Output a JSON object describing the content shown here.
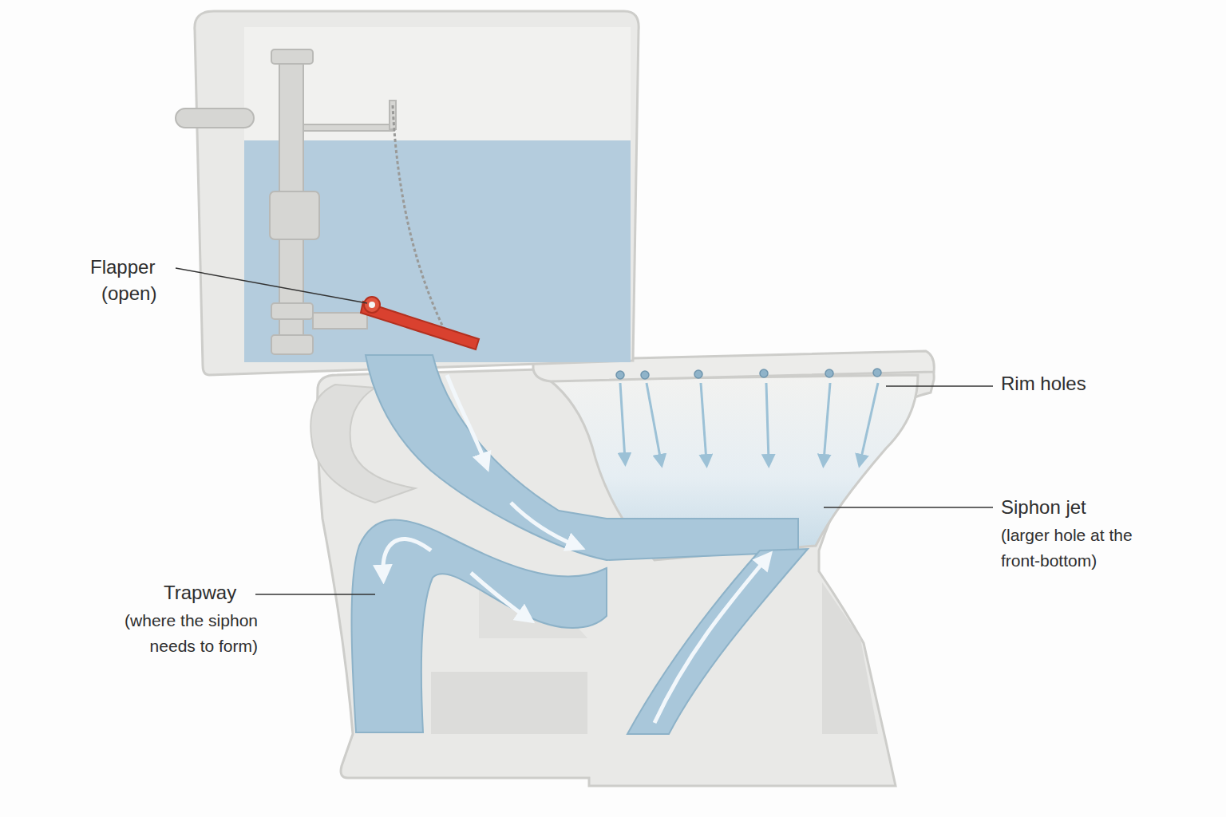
{
  "diagram": {
    "labels": [
      "Flapper",
      "(open)",
      "Rim holes",
      "Siphon jet",
      "(larger hole at the front-bottom)",
      "Trapway",
      "(where the siphon needs to form)"
    ]
  }
}
